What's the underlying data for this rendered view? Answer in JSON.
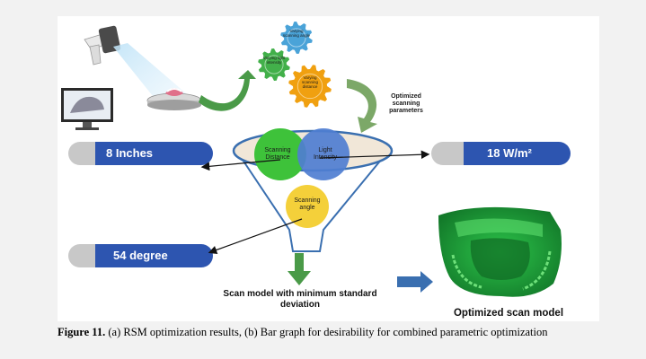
{
  "gears": {
    "top": "Varying scanning angle",
    "left": "Varying light intensity",
    "right": "Varying scanning distance"
  },
  "optimized_label": "Optimized scanning parameters",
  "funnel": {
    "circle_left": "Scanning Distance",
    "circle_right": "Light Intensity",
    "circle_bottom": "Scanning angle"
  },
  "results": {
    "distance": "8 Inches",
    "intensity": "18 W/m²",
    "angle": "54 degree"
  },
  "bottom_left": "Scan model with minimum standard deviation",
  "bottom_right": "Optimized scan model",
  "caption": {
    "label": "Figure 11.",
    "text": "(a) RSM optimization results, (b) Bar graph for desirability for combined parametric optimization"
  },
  "colors": {
    "pill_blue": "#2d55b0",
    "pill_gray": "#c8c8c8",
    "circle_green": "#3ec23a",
    "circle_blue": "#4f7ed1",
    "circle_yellow": "#f4d03a",
    "gear_blue": "#4aa3d8",
    "gear_green": "#42b04a",
    "gear_orange": "#f0a010",
    "arrow_green": "#4a9a48",
    "arrow_blue": "#3a6fb0",
    "model_green": "#1fa23a"
  }
}
